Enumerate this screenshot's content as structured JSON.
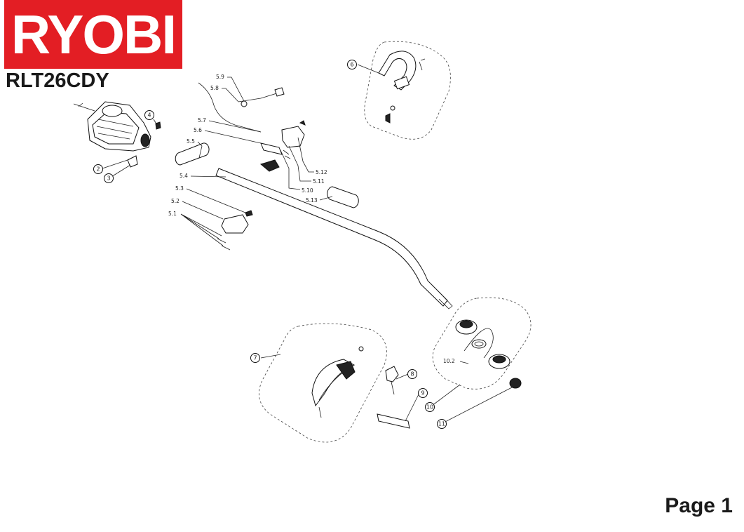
{
  "brand": {
    "logo_text": "RYOBI",
    "logo_color": "#e31e24"
  },
  "model": "RLT26CDY",
  "page": "Page 1",
  "parts": [
    {
      "id": "p2",
      "label": "2"
    },
    {
      "id": "p3",
      "label": "3"
    },
    {
      "id": "p4",
      "label": "4"
    },
    {
      "id": "p5_1",
      "label": "5.1"
    },
    {
      "id": "p5_2",
      "label": "5.2"
    },
    {
      "id": "p5_3",
      "label": "5.3"
    },
    {
      "id": "p5_4",
      "label": "5.4"
    },
    {
      "id": "p5_5",
      "label": "5.5"
    },
    {
      "id": "p5_6",
      "label": "5.6"
    },
    {
      "id": "p5_7",
      "label": "5.7"
    },
    {
      "id": "p5_8",
      "label": "5.8"
    },
    {
      "id": "p5_9",
      "label": "5.9"
    },
    {
      "id": "p5_10",
      "label": "5.10"
    },
    {
      "id": "p5_11",
      "label": "5.11"
    },
    {
      "id": "p5_12",
      "label": "5.12"
    },
    {
      "id": "p5_13",
      "label": "5.13"
    },
    {
      "id": "p6",
      "label": "6"
    },
    {
      "id": "p7",
      "label": "7"
    },
    {
      "id": "p8",
      "label": "8"
    },
    {
      "id": "p9",
      "label": "9"
    },
    {
      "id": "p10",
      "label": "10"
    },
    {
      "id": "p10_2",
      "label": "10.2"
    },
    {
      "id": "p11",
      "label": "11"
    }
  ]
}
